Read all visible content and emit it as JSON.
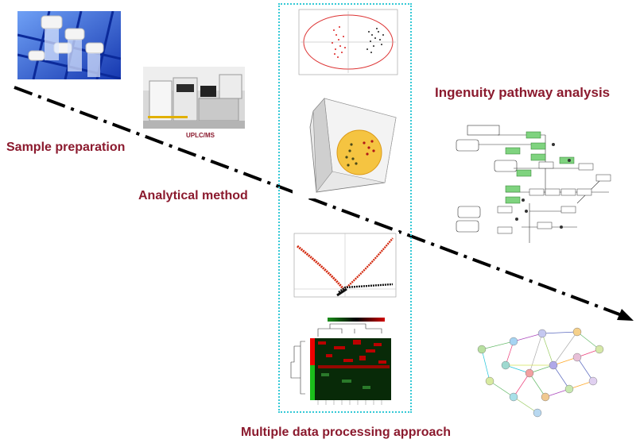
{
  "labels": {
    "sample_preparation": "Sample preparation",
    "analytical_method": "Analytical method",
    "uplc_ms": "UPLC/MS",
    "ingenuity": "Ingenuity pathway analysis",
    "multiple_data": "Multiple data processing approach"
  },
  "colors": {
    "label_red": "#8b1a2e",
    "panel_border": "#35c9d6",
    "arrow": "#000000",
    "highlight_green": "#7fd37f"
  }
}
